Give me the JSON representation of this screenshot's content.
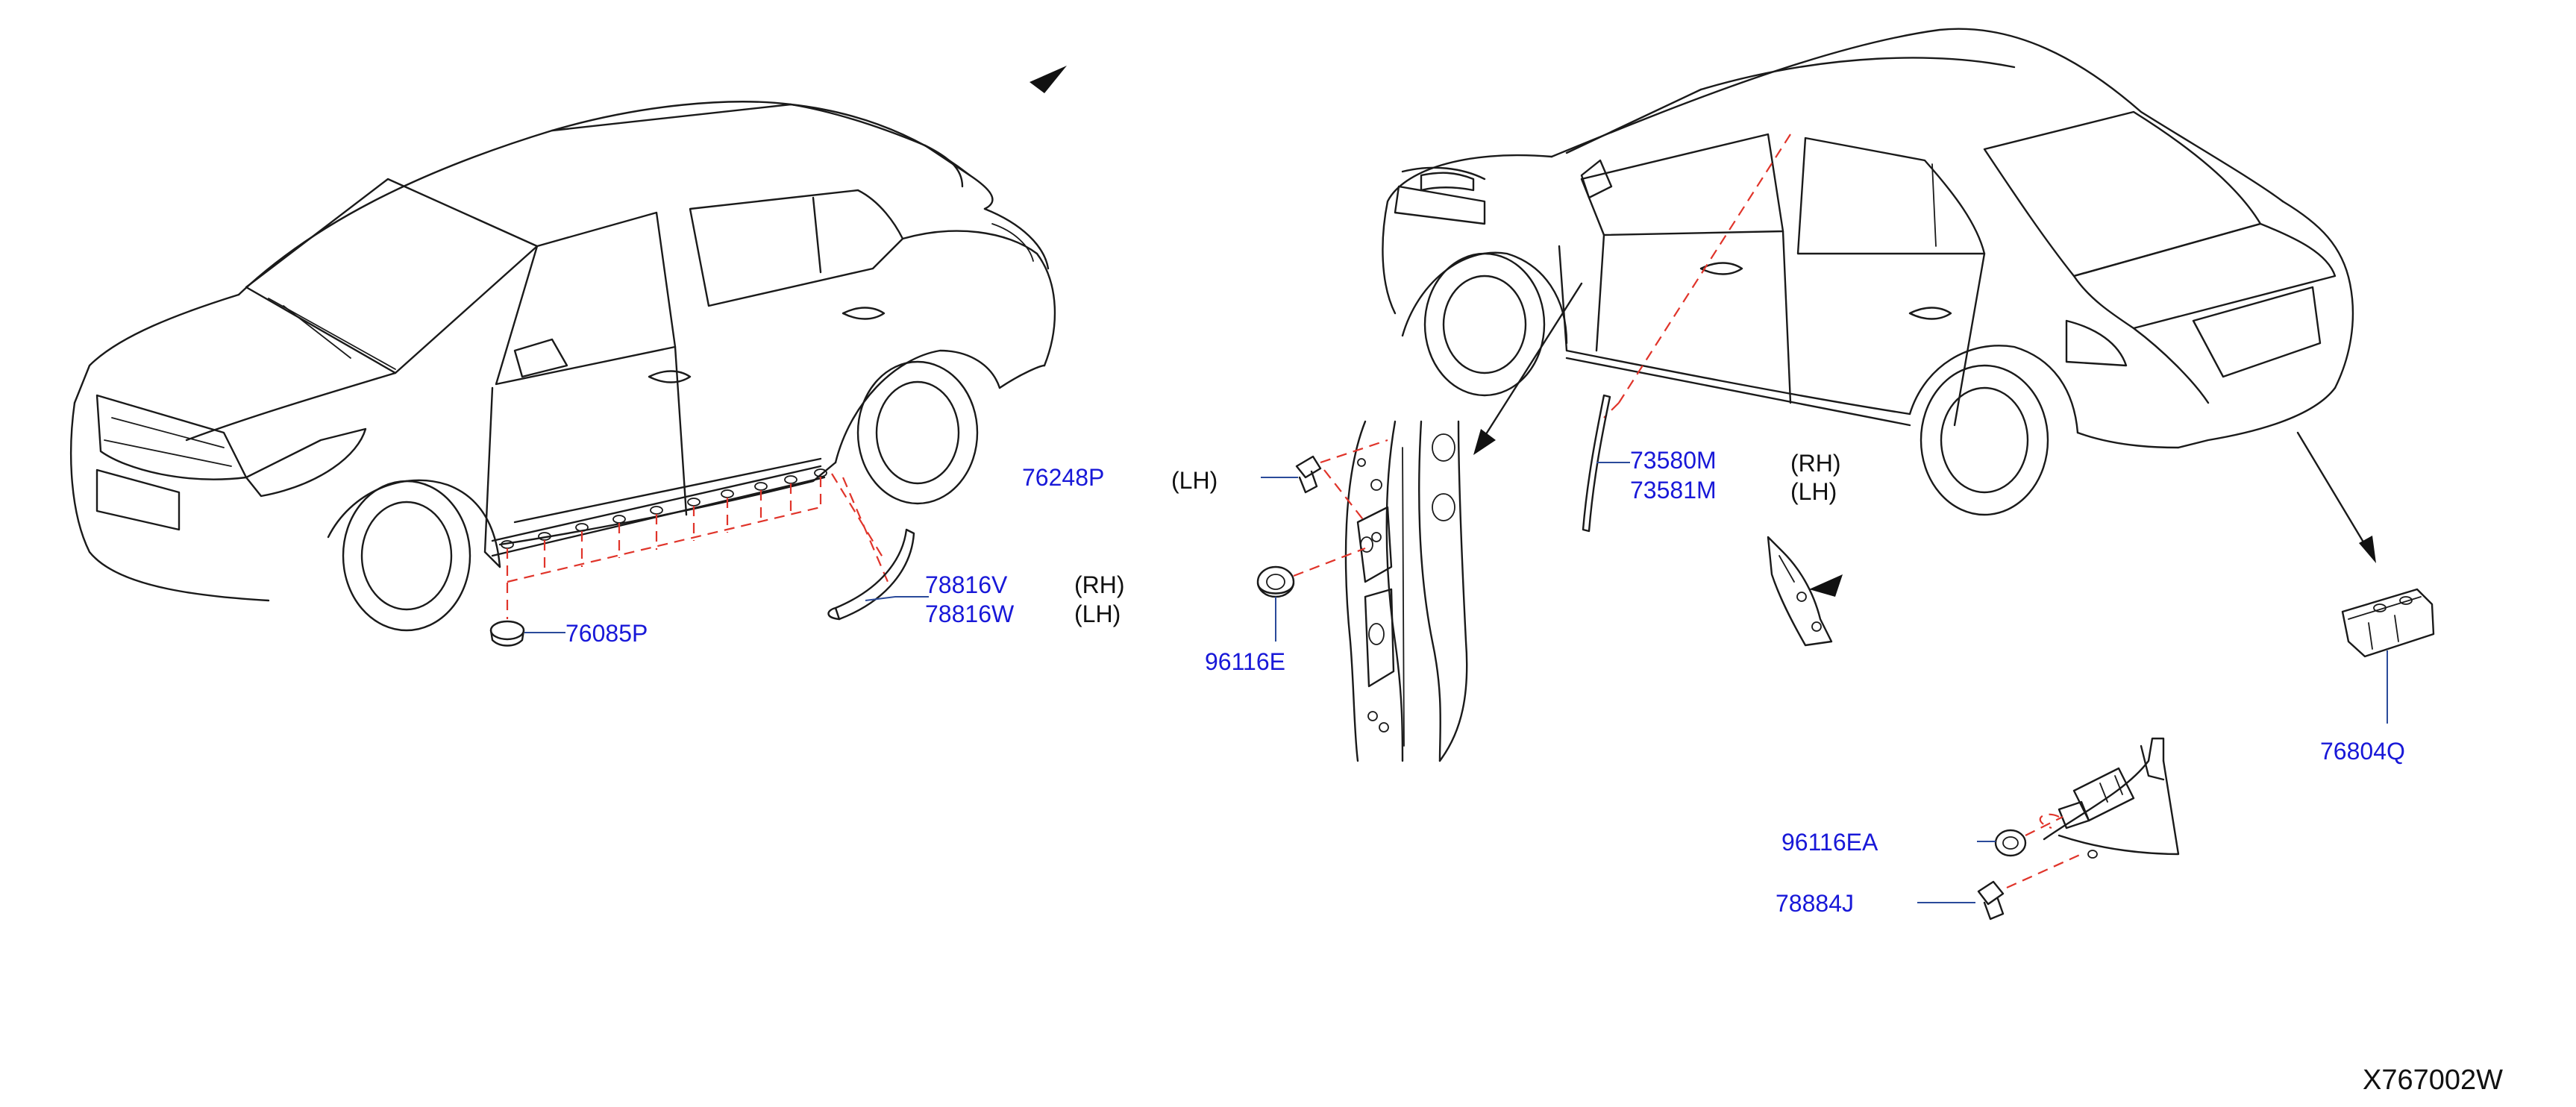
{
  "diagram_ref": "X767002W",
  "callouts": {
    "p76085P": "76085P",
    "p78816V": "78816V",
    "p78816W": "78816W",
    "p76248P": "76248P",
    "p96116E": "96116E",
    "p73580M": "73580M",
    "p73581M": "73581M",
    "p76804Q": "76804Q",
    "p96116EA": "96116EA",
    "p78884J": "78884J"
  },
  "sides": {
    "rh_78816V": "(RH)",
    "lh_78816W": "(LH)",
    "lh_76248P": "(LH)",
    "rh_73580M": "(RH)",
    "lh_73581M": "(LH)"
  },
  "colors": {
    "part_label": "#1818d8",
    "dashed_leader": "#e0342a",
    "line_art": "#1a1a1a"
  }
}
